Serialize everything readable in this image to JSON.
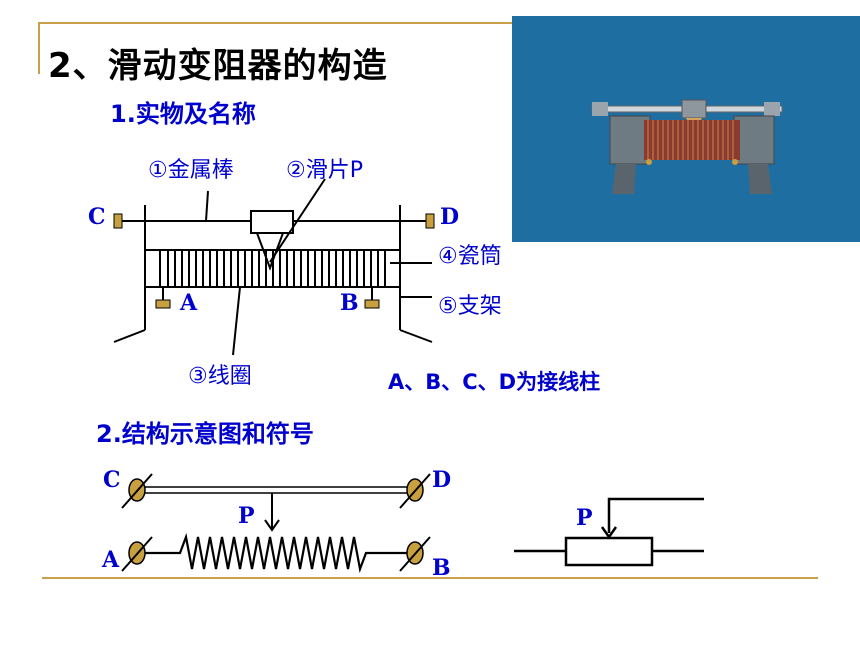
{
  "slide": {
    "title": "2、滑动变阻器的构造",
    "section1": "1.实物及名称",
    "section2": "2.结构示意图和符号",
    "labels": {
      "metal_rod": "①金属棒",
      "slider": "②滑片P",
      "coil": "③线圈",
      "porcelain_tube": "④瓷筒",
      "bracket": "⑤支架"
    },
    "terminals_note": "A、B、C、D为接线柱",
    "letters": {
      "C": "C",
      "D": "D",
      "A": "A",
      "B": "B",
      "P": "P"
    }
  },
  "colors": {
    "accent_line": "#c8a04a",
    "text_blue": "#0000cc",
    "photo_bg": "#1f6ea2",
    "terminal_fill": "#c8a040"
  }
}
